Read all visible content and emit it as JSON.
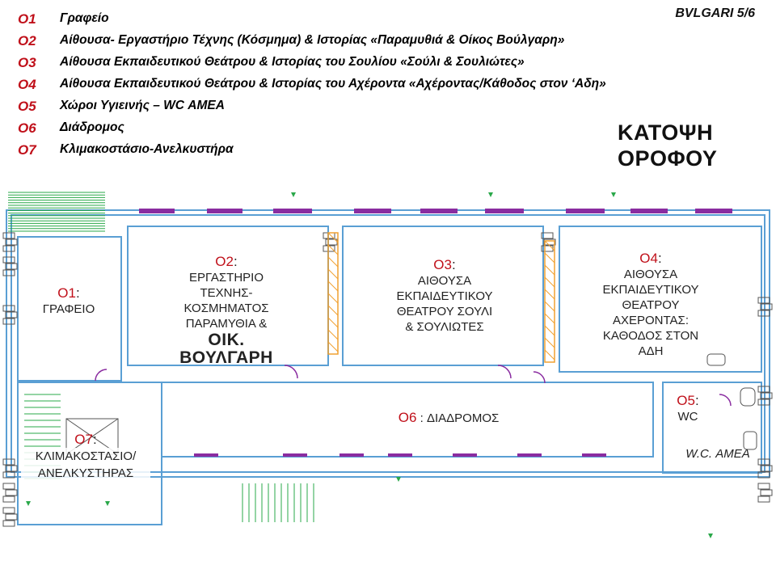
{
  "document_code": "BVLGARI 5/6",
  "plan_title": [
    "ΚΑΤΟΨΗ",
    "ΟΡΟΦΟΥ"
  ],
  "legend": [
    {
      "code": "O1",
      "text": "Γραφείο"
    },
    {
      "code": "O2",
      "text": "Αίθουσα- Εργαστήριο Τέχνης (Κόσμημα) & Ιστορίας «Παραμυθιά & Οίκος Βούλγαρη»"
    },
    {
      "code": "O3",
      "text": "Αίθουσα Εκπαιδευτικού Θεάτρου & Ιστορίας του Σουλίου «Σούλι & Σουλιώτες»"
    },
    {
      "code": "O4",
      "text": "Αίθουσα Εκπαιδευτικού Θεάτρου & Ιστορίας του Αχέροντα «Αχέροντας/Κάθοδος στον ‘Αδη»"
    },
    {
      "code": "O5",
      "text": "Χώροι Υγιεινής – WC ΑΜΕΑ"
    },
    {
      "code": "O6",
      "text": "Διάδρομος"
    },
    {
      "code": "O7",
      "text": "Κλιμακοστάσιο-Ανελκυστήρα"
    }
  ],
  "rooms": {
    "o1": {
      "code": "O1",
      "lines": [
        "ΓΡΑΦΕΙΟ"
      ]
    },
    "o2": {
      "code": "O2",
      "lines": [
        "ΕΡΓΑΣΤΗΡΙΟ",
        "ΤΕΧΝΗΣ-",
        "ΚΟΣΜΗΜΑΤΟΣ",
        "ΠΑΡΑΜΥΘΙΑ &"
      ],
      "big_lines": [
        "ΟΙΚ.",
        "ΒΟΥΛΓΑΡΗ"
      ]
    },
    "o3": {
      "code": "O3",
      "lines": [
        "ΑΙΘΟΥΣΑ",
        "ΕΚΠΑΙΔΕΥΤΙΚΟΥ",
        "ΘΕΑΤΡΟΥ ΣΟΥΛΙ",
        "& ΣΟΥΛΙΩΤΕΣ"
      ]
    },
    "o4": {
      "code": "O4",
      "lines": [
        "ΑΙΘΟΥΣΑ",
        "ΕΚΠΑΙΔΕΥΤΙΚΟΥ",
        "ΘΕΑΤΡΟΥ",
        "ΑΧΕΡΟΝΤΑΣ:",
        "ΚΑΘΟΔΟΣ ΣΤΟΝ",
        "ΑΔΗ"
      ]
    },
    "o5": {
      "code": "O5",
      "lines": [
        "WC"
      ]
    },
    "o5b": {
      "lines": [
        "W.C. ΑΜΕΑ"
      ]
    },
    "o6": {
      "code": "O6",
      "lines": [
        "ΔΙΑΔΡΟΜΟΣ"
      ]
    },
    "o7": {
      "code": "O7",
      "lines": [
        "ΚΛΙΜΑΚΟΣΤΑΣΙΟ/",
        "ΑΝΕΛΚΥΣΤΗΡΑΣ"
      ]
    }
  },
  "colors": {
    "code_red": "#c0101a",
    "wall": "#5a9fd4",
    "window": "#8a2ca0",
    "stair": "#2aa84a",
    "door": "#8a2ca0",
    "partition": "#f0a030",
    "stone": "#555555"
  }
}
